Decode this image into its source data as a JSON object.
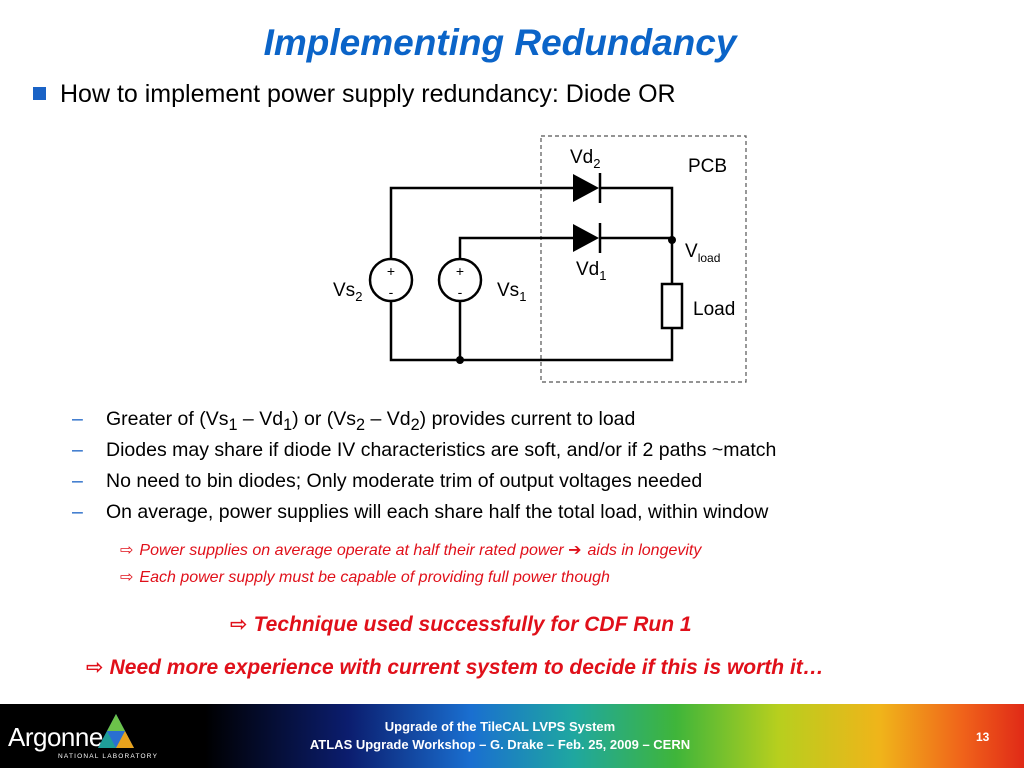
{
  "slide": {
    "title": "Implementing Redundancy",
    "bullet": "How to implement power supply redundancy:  Diode OR"
  },
  "diagram": {
    "vd2": "Vd",
    "vd2_sub": "2",
    "pcb": "PCB",
    "vload": "V",
    "vload_sub": "load",
    "vd1": "Vd",
    "vd1_sub": "1",
    "vs2": "Vs",
    "vs2_sub": "2",
    "vs1": "Vs",
    "vs1_sub": "1",
    "load": "Load",
    "plus": "+",
    "minus": "-"
  },
  "sub_bullets": {
    "b1": {
      "p1": "Greater of (Vs",
      "s1": "1",
      "p2": " – Vd",
      "s2": "1",
      "p3": ") or (Vs",
      "s3": "2",
      "p4": " – Vd",
      "s4": "2",
      "p5": ") provides current to load"
    },
    "b2": "Diodes may share if diode IV characteristics are soft, and/or if  2 paths ~match",
    "b3": "No need to bin diodes;  Only moderate trim of output voltages needed",
    "b4": "On average, power supplies will each share half the total load, within window"
  },
  "notes": {
    "n1a": "Power supplies on average operate at half their rated power",
    "n1b": "aids in longevity",
    "n2": "Each power supply must be capable of providing full power though"
  },
  "conclusions": {
    "c1": "Technique used successfully for CDF Run 1",
    "c2": "Need more experience with current system to decide if this is worth it…"
  },
  "footer": {
    "line1": "Upgrade of the TileCAL LVPS System",
    "line2": "ATLAS Upgrade Workshop – G. Drake – Feb. 25, 2009  – CERN",
    "page": "13",
    "logo": "Argonne",
    "logo_sub": "NATIONAL LABORATORY"
  },
  "icons": {
    "hollow_arrow": "hollow-right-arrow-icon",
    "solid_arrow": "solid-right-arrow-icon"
  },
  "colors": {
    "title": "#0B64C8",
    "accent": "#1a63c6",
    "emphasis": "#e0101a"
  }
}
